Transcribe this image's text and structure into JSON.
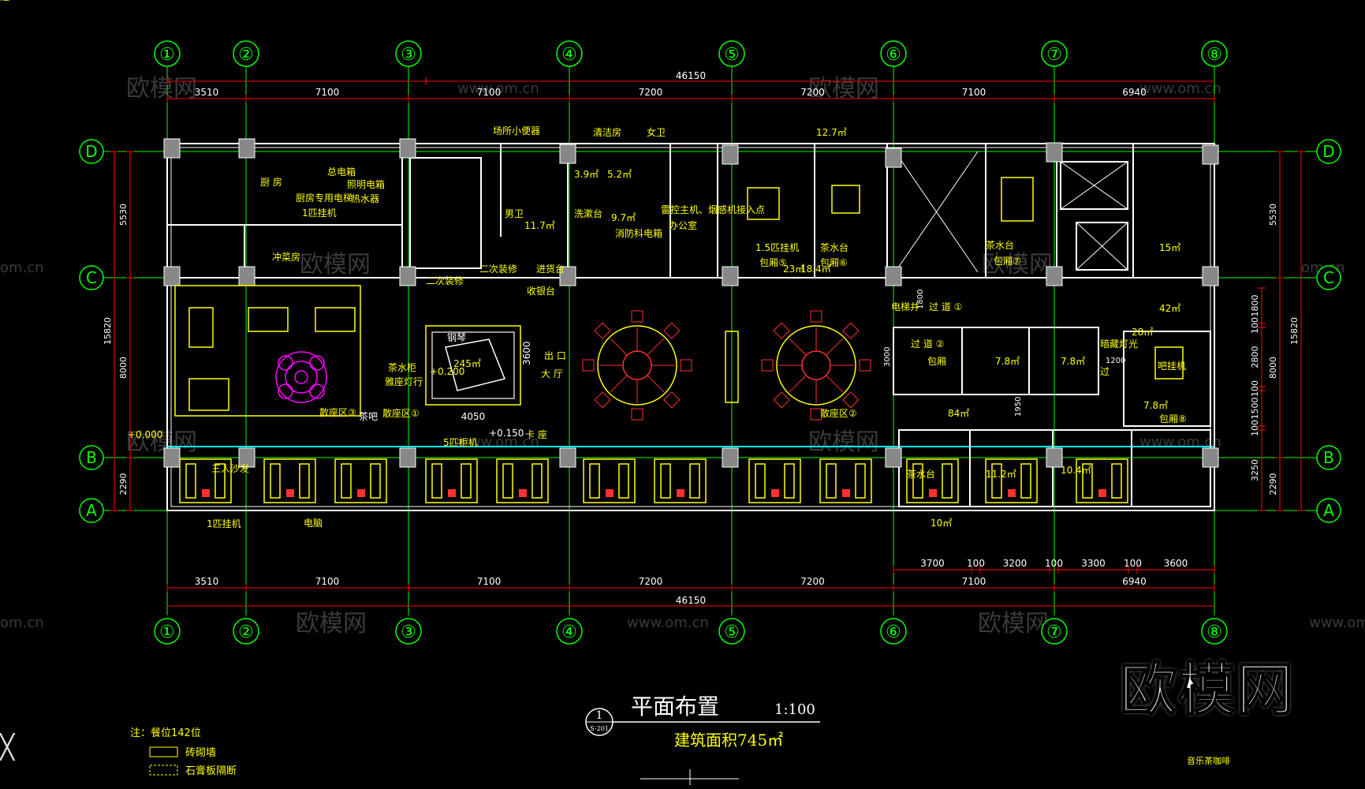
{
  "grid": {
    "columns": [
      "①",
      "②",
      "③",
      "④",
      "⑤",
      "⑥",
      "⑦",
      "⑧"
    ],
    "rows": [
      "D",
      "C",
      "B",
      "A"
    ]
  },
  "dimensions": {
    "top_total": "46150",
    "top_spans": [
      "3510",
      "7100",
      "7100",
      "7200",
      "7200",
      "7100",
      "6940"
    ],
    "bottom_total": "46150",
    "bottom_spans": [
      "3510",
      "7100",
      "7100",
      "7200",
      "7200",
      "7100",
      "6940"
    ],
    "bottom_detail": [
      "3700",
      "100",
      "3200",
      "100",
      "3300",
      "100",
      "3600"
    ],
    "left_total": "15820",
    "left_spans": [
      "5530",
      "8000",
      "2290"
    ],
    "right_total": "15820",
    "right_spans": [
      "5530",
      "8000",
      "2290"
    ],
    "right_inner": [
      "1800",
      "100",
      "2800",
      "100",
      "1500",
      "100",
      "3250"
    ],
    "misc": [
      "4050",
      "3600",
      "1800",
      "3000",
      "1950",
      "1200"
    ]
  },
  "rooms": [
    {
      "label": "厨 房"
    },
    {
      "label": "厨房专用电梯"
    },
    {
      "label": "1匹挂机"
    },
    {
      "label": "总电箱"
    },
    {
      "label": "照明电箱"
    },
    {
      "label": "热水器"
    },
    {
      "label": "冲菜房"
    },
    {
      "label": "二次装修"
    },
    {
      "label": "场所小便器"
    },
    {
      "label": "清洁房"
    },
    {
      "label": "女卫"
    },
    {
      "label": "男卫"
    },
    {
      "label": "11.7㎡"
    },
    {
      "label": "3.9㎡"
    },
    {
      "label": "5.2㎡"
    },
    {
      "label": "洗漱台"
    },
    {
      "label": "9.7㎡"
    },
    {
      "label": "消防科电箱"
    },
    {
      "label": "二次装修"
    },
    {
      "label": "进货台"
    },
    {
      "label": "收银台"
    },
    {
      "label": "雷控主机、烟感机接入点"
    },
    {
      "label": "办公室"
    },
    {
      "label": "12.7㎡"
    },
    {
      "label": "1.5匹挂机"
    },
    {
      "label": "包厢⑤"
    },
    {
      "label": "23㎡"
    },
    {
      "label": "茶水台"
    },
    {
      "label": "包厢⑥"
    },
    {
      "label": "18.4㎡"
    },
    {
      "label": "茶水台"
    },
    {
      "label": "包厢⑦"
    },
    {
      "label": "15㎡"
    },
    {
      "label": "电梯井"
    },
    {
      "label": "过 道 ①"
    },
    {
      "label": "42㎡"
    },
    {
      "label": "出 口"
    },
    {
      "label": "大 厅"
    },
    {
      "label": "245㎡"
    },
    {
      "label": "钢琴"
    },
    {
      "label": "+0.200"
    },
    {
      "label": "散座区①"
    },
    {
      "label": "散座区②"
    },
    {
      "label": "散座区③"
    },
    {
      "label": "茶吧"
    },
    {
      "label": "+0.000"
    },
    {
      "label": "5匹柜机"
    },
    {
      "label": "+0.150"
    },
    {
      "label": "卡 座"
    },
    {
      "label": "84㎡"
    },
    {
      "label": "过 道 ②"
    },
    {
      "label": "包厢"
    },
    {
      "label": "7.8㎡"
    },
    {
      "label": "7.8㎡"
    },
    {
      "label": "7.8㎡"
    },
    {
      "label": "包厢⑧"
    },
    {
      "label": "28㎡"
    },
    {
      "label": "吧挂机"
    },
    {
      "label": "茶水台"
    },
    {
      "label": "11.2㎡"
    },
    {
      "label": "10.4㎡"
    },
    {
      "label": "10㎡"
    },
    {
      "label": "1匹挂机"
    },
    {
      "label": "电脑"
    },
    {
      "label": "三人沙发"
    },
    {
      "label": "茶水柜"
    },
    {
      "label": "雅座灯行"
    },
    {
      "label": "暗藏灯光"
    },
    {
      "label": "过"
    },
    {
      "label": "道"
    }
  ],
  "title_block": {
    "circle_num": "1",
    "circle_sub": "S-201",
    "title": "平面布置",
    "scale": "1:100",
    "area": "建筑面积745㎡"
  },
  "notes": {
    "head": "注：餐位142位",
    "legend_1": "砖砌墙",
    "legend_2": "石膏板隔断",
    "tag": "音乐茶咖啡"
  },
  "watermarks": [
    "欧模网",
    "www.om.cn",
    "om.cn"
  ],
  "brand": "欧模网",
  "colors": {
    "grid": "#00ff00",
    "dim": "#ff0000",
    "wall": "#ffffff",
    "furniture": "#ffff00",
    "accent": "#ff3030",
    "cyan": "#00ffff",
    "magenta": "#ff00ff"
  }
}
